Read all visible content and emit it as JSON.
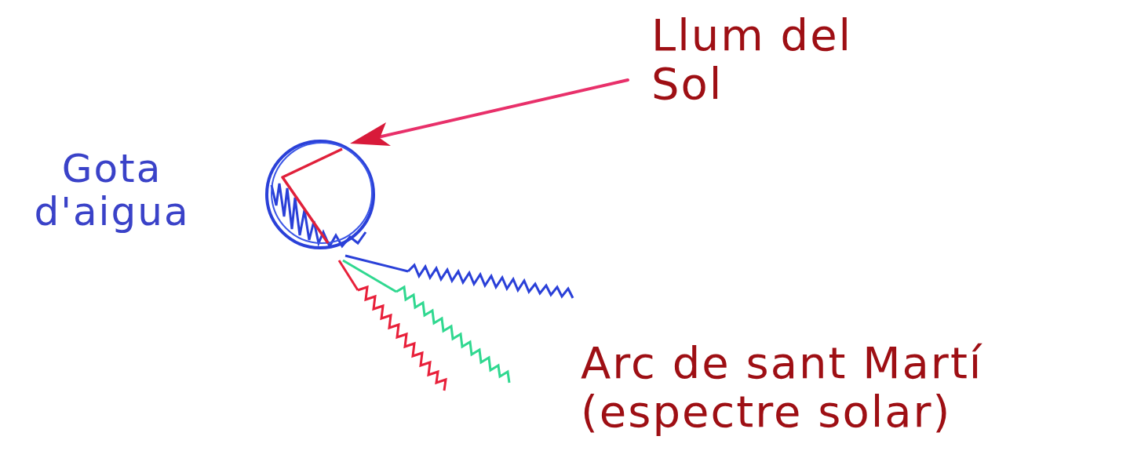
{
  "diagram": {
    "labels": [
      "Llum del Sol",
      "Gota d'aigua",
      "Arc de sant Martí (espectre solar)"
    ]
  }
}
